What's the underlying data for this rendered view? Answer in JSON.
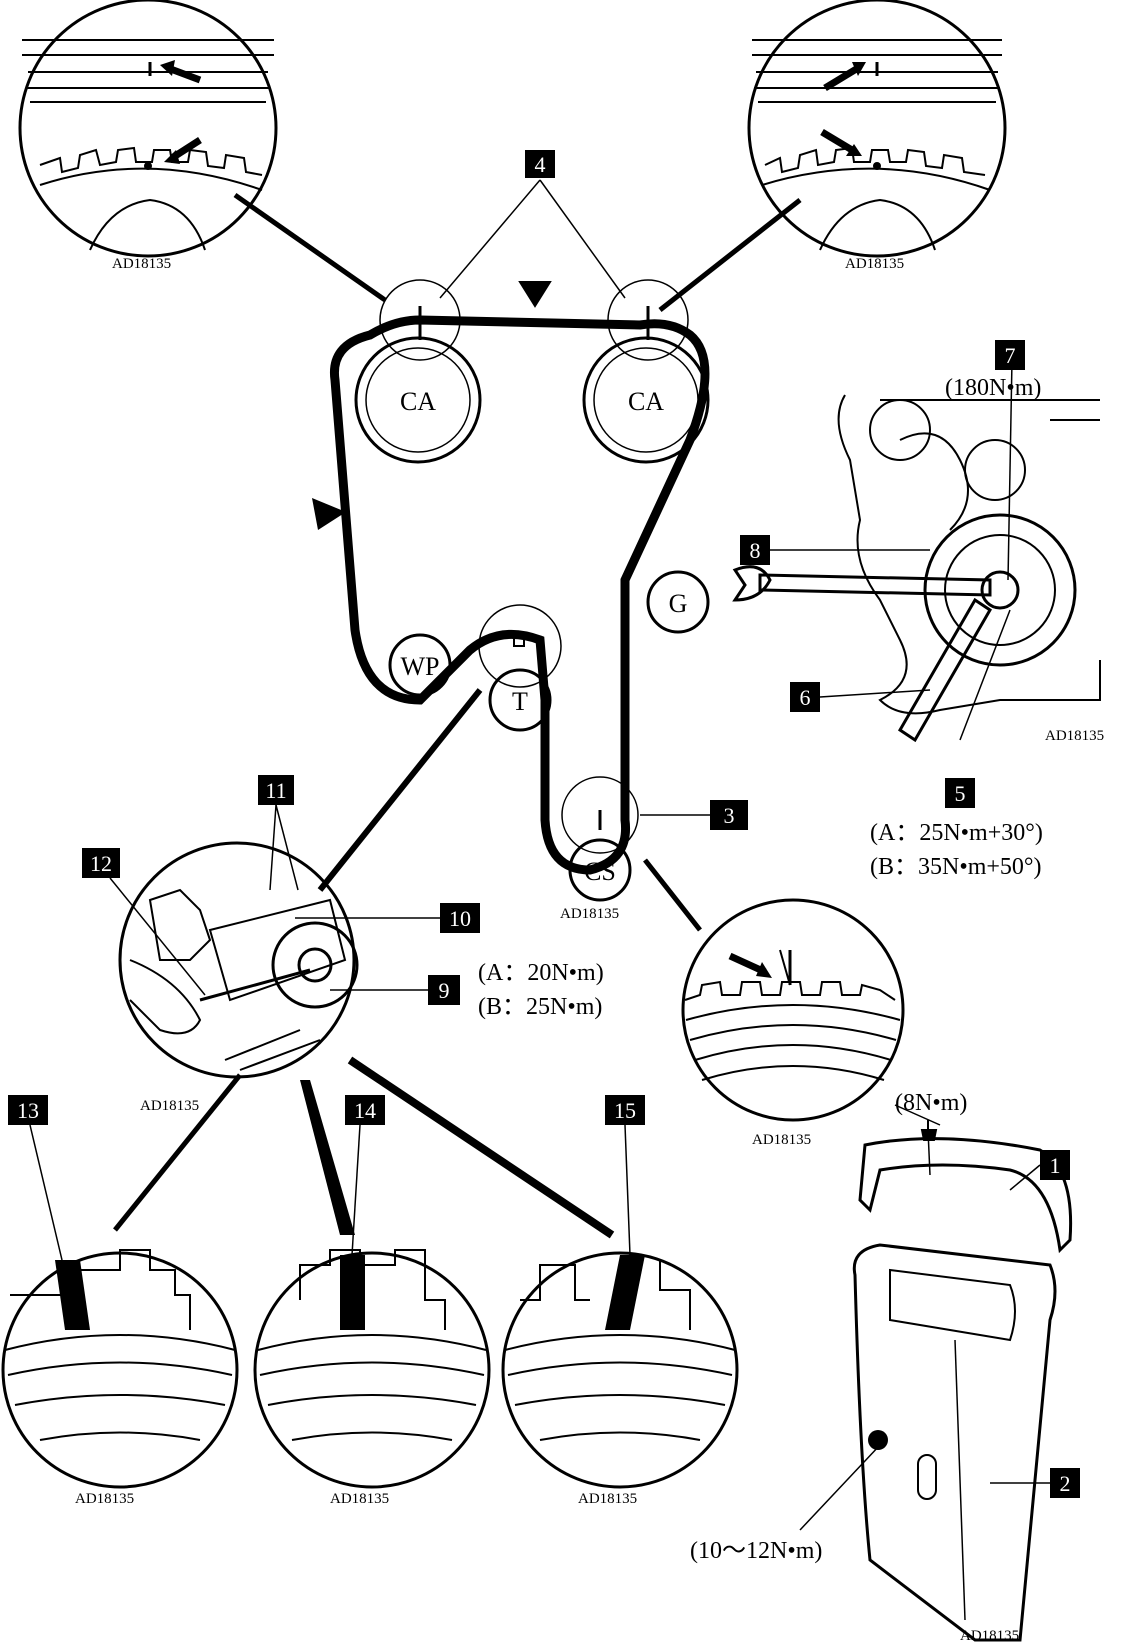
{
  "diagram": {
    "reference_code": "AD18135",
    "pulleys": {
      "ca_left": "CA",
      "ca_right": "CA",
      "wp": "WP",
      "t": "T",
      "g": "G",
      "cs": "CS"
    },
    "callouts": {
      "c1": "1",
      "c2": "2",
      "c3": "3",
      "c4": "4",
      "c5": "5",
      "c6": "6",
      "c7": "7",
      "c8": "8",
      "c9": "9",
      "c10": "10",
      "c11": "11",
      "c12": "12",
      "c13": "13",
      "c14": "14",
      "c15": "15"
    },
    "torques": {
      "t7": "(180N•m)",
      "t5_a": "(A：25N•m+30°)",
      "t5_b": "(B：35N•m+50°)",
      "t9_a": "(A：20N•m)",
      "t9_b": "(B：25N•m)",
      "t1": "(8N•m)",
      "t2": "(10～12N•m)"
    }
  }
}
